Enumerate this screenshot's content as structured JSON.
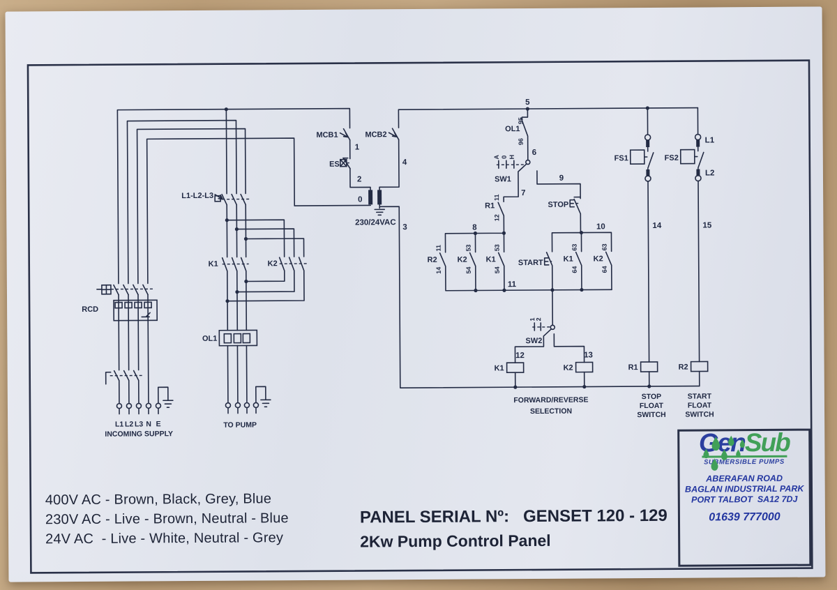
{
  "colors": {
    "wood": "#b99c77",
    "paper": "#e2e5ee",
    "ink": "#232b44",
    "brand_blue": "#2b3f9f",
    "brand_green": "#41a058"
  },
  "schematic": {
    "devices": {
      "mcb1": "MCB1",
      "mcb2": "MCB2",
      "es": "ES",
      "rcd": "RCD",
      "main_breaker": "L1-L2-L3",
      "k1": "K1",
      "k2": "K2",
      "ol1": "OL1",
      "r1": "R1",
      "r2": "R2",
      "sw1": "SW1",
      "sw2": "SW2",
      "stop": "STOP",
      "start": "START",
      "fs1": "FS1",
      "fs2": "FS2"
    },
    "sw1_positions": {
      "a": "A",
      "o": "0",
      "h": "H"
    },
    "sw2_positions": {
      "p1": "1",
      "p2": "2"
    },
    "wires": {
      "w0": "0",
      "w1": "1",
      "w2": "2",
      "w3": "3",
      "w4": "4",
      "w5": "5",
      "w6": "6",
      "w7": "7",
      "w8": "8",
      "w9": "9",
      "w10": "10",
      "w11": "11",
      "w12": "12",
      "w13": "13",
      "w14": "14",
      "w15": "15"
    },
    "terminals": {
      "t95": "95",
      "t96": "96",
      "t11": "11",
      "t12": "12",
      "t14": "14",
      "t53": "53",
      "t54": "54",
      "t63": "63",
      "t64": "64"
    },
    "transformer_rating": "230/24VAC",
    "float_wires": {
      "l1": "L1",
      "l2": "L2"
    },
    "incoming": {
      "terminals": [
        "L1",
        "L2",
        "L3",
        "N",
        "E"
      ],
      "caption": "INCOMING SUPPLY"
    },
    "pump_caption": "TO PUMP",
    "captions": {
      "fwd_line1": "FORWARD/REVERSE",
      "fwd_line2": "SELECTION",
      "stopf_line1": "STOP",
      "stopf_line2": "FLOAT",
      "stopf_line3": "SWITCH",
      "startf_line1": "START",
      "startf_line2": "FLOAT",
      "startf_line3": "SWITCH"
    }
  },
  "legend": {
    "lines": [
      "400V AC - Brown, Black, Grey, Blue",
      "230V AC - Live - Brown, Neutral - Blue",
      "24V AC  - Live - White, Neutral - Grey"
    ]
  },
  "title_block": {
    "serial_label": "PANEL SERIAL Nº:",
    "serial_value": "GENSET 120 - 129",
    "panel_name": "2Kw Pump Control Panel"
  },
  "brand": {
    "name_part1": "Gen",
    "name_part2": "Sub",
    "tagline": "SUBMERSIBLE PUMPS",
    "address_line1": "ABERAFAN ROAD",
    "address_line2": "BAGLAN INDUSTRIAL PARK",
    "address_line3": "PORT TALBOT  SA12 7DJ",
    "phone": "01639 777000"
  }
}
